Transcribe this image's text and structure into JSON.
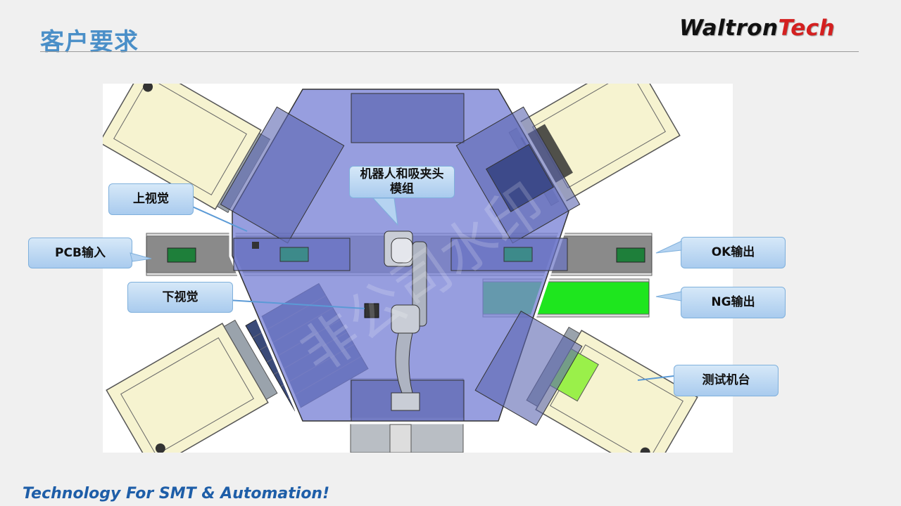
{
  "slide": {
    "title": "客户要求",
    "logo_part1": "Waltron",
    "logo_part2": "Tech",
    "footer": "Technology For SMT & Automation!"
  },
  "callouts": {
    "robot": "机器人和吸夹头\n模组",
    "upper_vision": "上视觉",
    "pcb_input": "PCB输入",
    "lower_vision": "下视觉",
    "ok_output": "OK输出",
    "ng_output": "NG输出",
    "test_station": "测试机台"
  },
  "colors": {
    "title": "#4a8fc8",
    "hexagon_overlay": "#7a83d6",
    "ng_conveyor": "#1ee61e",
    "test_machine": "#f6f3d0",
    "callout_fill": "#b5d3f1",
    "footer": "#1e5ea8"
  }
}
